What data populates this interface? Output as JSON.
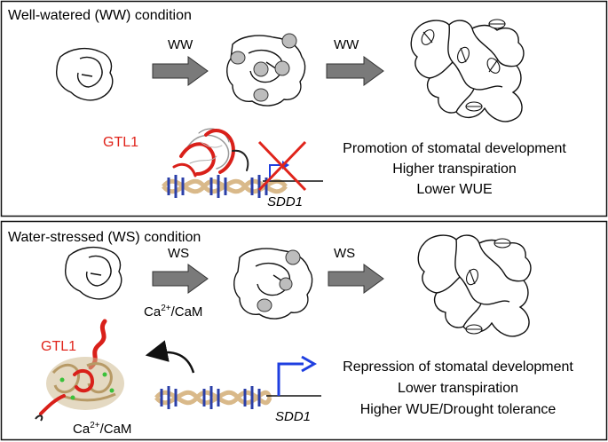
{
  "panels": [
    {
      "title": "Well-watered (WW) condition",
      "arrow_labels": [
        "WW",
        "WW"
      ],
      "gene": "GTL1",
      "target": "SDD1",
      "outcome": [
        "Promotion of stomatal development",
        "Higher transpiration",
        "Lower WUE"
      ]
    },
    {
      "title": "Water-stressed (WS) condition",
      "arrow_labels": [
        "WS",
        "WS"
      ],
      "ca_label_base": "Ca",
      "ca_label_sup": "2+",
      "ca_label_tail": "/CaM",
      "gene": "GTL1",
      "target": "SDD1",
      "outcome": [
        "Repression of stomatal development",
        "Lower transpiration",
        "Higher WUE/Drought tolerance"
      ]
    }
  ],
  "colors": {
    "gene_label": "#e0241b",
    "arrow_fill": "#7a7a7a",
    "cross": "#e0241b",
    "promoter_arrow": "#1f3fe0",
    "dna_backbone": "#d9b98a",
    "dna_bases": "#2b3fa8",
    "protein_helix": "#d9201a",
    "cam": "#cdb98f",
    "stomata": "#bdbdbd"
  }
}
